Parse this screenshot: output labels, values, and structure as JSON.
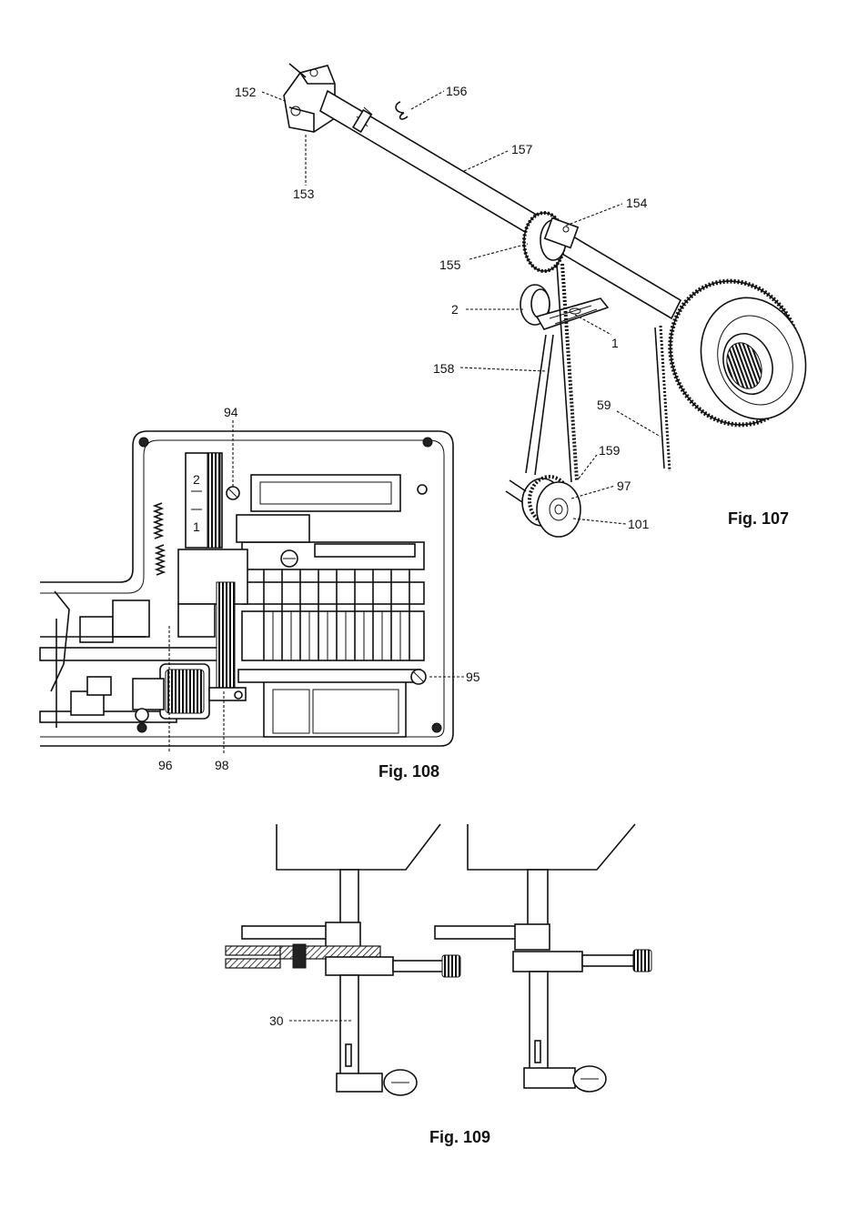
{
  "figures": {
    "fig107": {
      "caption": "Fig. 107",
      "callouts": [
        "152",
        "156",
        "157",
        "153",
        "154",
        "155",
        "2",
        "1",
        "158",
        "59",
        "159",
        "97",
        "101"
      ]
    },
    "fig108": {
      "caption": "Fig. 108",
      "callouts": [
        "94",
        "95",
        "96",
        "98"
      ],
      "dial_marks": [
        "2",
        "1"
      ]
    },
    "fig109": {
      "caption": "Fig. 109",
      "callouts": [
        "30"
      ]
    }
  }
}
